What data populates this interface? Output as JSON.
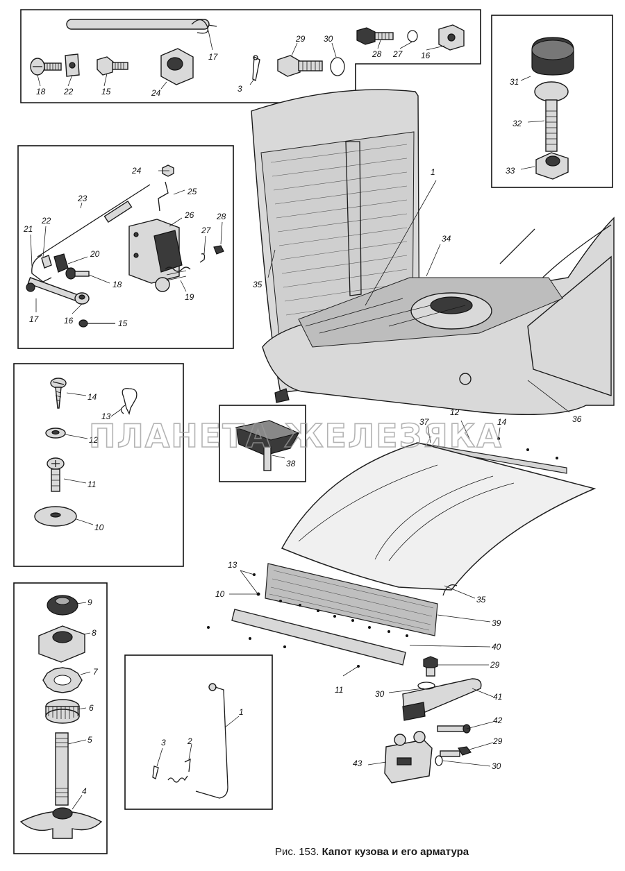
{
  "watermark": "ПЛАНЕТА ЖЕЛЕЗЯКА",
  "caption": {
    "figure": "Рис. 153.",
    "title": "Капот кузова и его арматура"
  },
  "callouts": {
    "top_box": [
      "17",
      "18",
      "22",
      "15",
      "24",
      "3",
      "29",
      "30",
      "28",
      "27",
      "16"
    ],
    "bolt_box": [
      "31",
      "32",
      "33"
    ],
    "lock_box": [
      "24",
      "25",
      "23",
      "26",
      "28",
      "22",
      "21",
      "27",
      "20",
      "18",
      "19",
      "17",
      "16",
      "15"
    ],
    "screw_box": [
      "14",
      "13",
      "12",
      "11",
      "10"
    ],
    "bumper_box": [
      "38"
    ],
    "handle_box": [
      "9",
      "8",
      "7",
      "6",
      "5",
      "4"
    ],
    "rod_box": [
      "1",
      "3",
      "2"
    ],
    "main": [
      "1",
      "34",
      "35",
      "36",
      "37",
      "12",
      "14",
      "13",
      "10",
      "35",
      "39",
      "40",
      "29",
      "11",
      "30",
      "41",
      "42",
      "29",
      "43",
      "30"
    ]
  }
}
